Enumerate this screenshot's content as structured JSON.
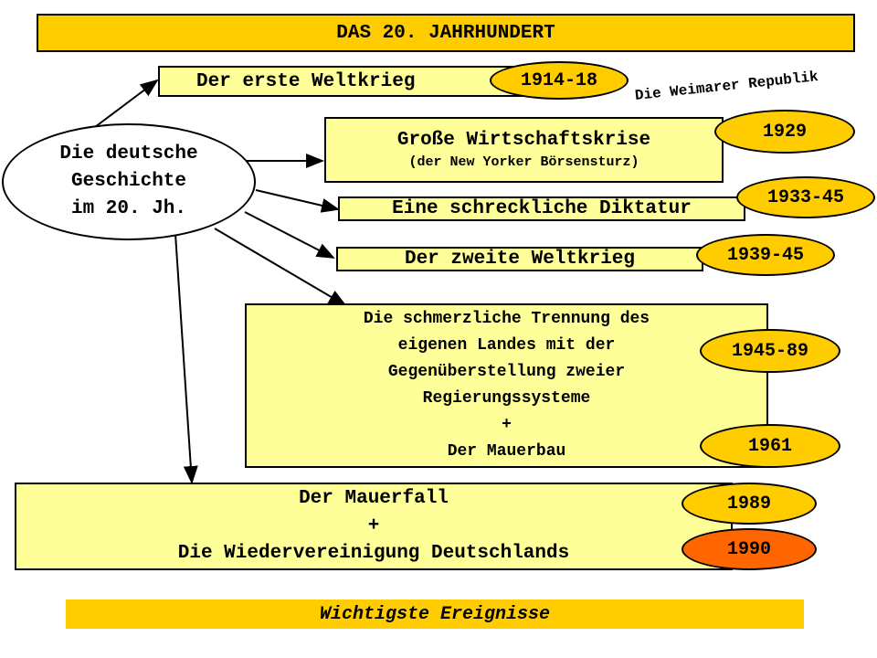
{
  "title": "DAS 20. JAHRHUNDERT",
  "center": {
    "line1": "Die deutsche",
    "line2": "Geschichte",
    "line3": "im 20. Jh."
  },
  "weimar_label": "Die Weimarer Republik",
  "events": {
    "ww1": "Der erste Weltkrieg",
    "crisis_line1": "Große Wirtschaftskrise",
    "crisis_line2": "(der New Yorker Börsensturz)",
    "dictatorship": "Eine schreckliche Diktatur",
    "ww2": "Der zweite Weltkrieg",
    "division_line1": "Die schmerzliche Trennung des",
    "division_line2": "eigenen Landes mit der",
    "division_line3": "Gegenüberstellung zweier",
    "division_line4": "Regierungssysteme",
    "division_line5": "+",
    "division_line6": "Der Mauerbau",
    "wallfall_line1": "Der Mauerfall",
    "wallfall_line2": "+",
    "wallfall_line3": "Die Wiedervereinigung Deutschlands"
  },
  "dates": {
    "ww1": "1914-18",
    "crisis": "1929",
    "dictatorship": "1933-45",
    "ww2": "1939-45",
    "division": "1945-89",
    "wallbuild": "1961",
    "wallfall": "1989",
    "reunification": "1990"
  },
  "footer": "Wichtigste Ereignisse",
  "colors": {
    "header": "#ffcc00",
    "box": "#ffff99",
    "date_oval": "#ffcc00",
    "date_oval_highlight": "#ff6600"
  }
}
